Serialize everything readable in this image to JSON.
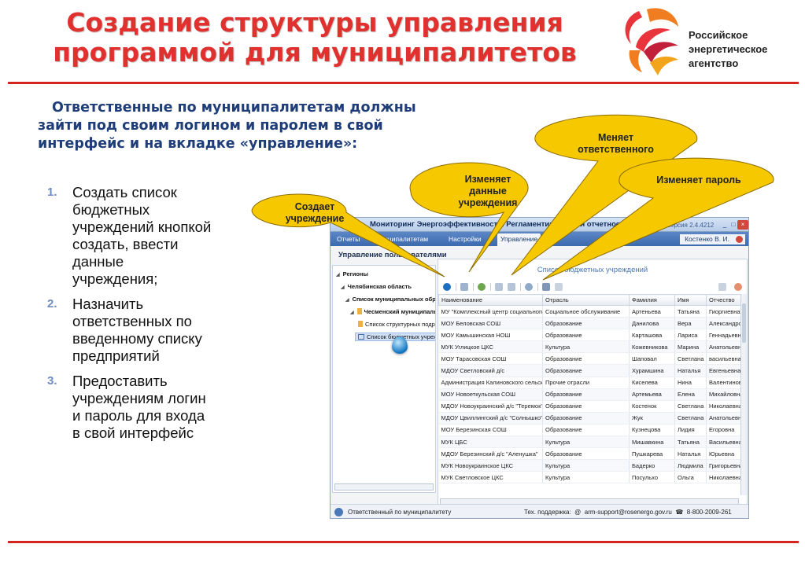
{
  "slide": {
    "title_line1": "Создание структуры управления",
    "title_line2": "программой для муниципалитетов",
    "intro": "Ответственные по муниципалитетам должны зайти под своим логином и паролем в свой интерфейс и на вкладке «управление»:",
    "steps": [
      {
        "num": "1.",
        "text": "Создать список бюджетных учреждений кнопкой создать, ввести данные учреждения;"
      },
      {
        "num": "2.",
        "text": "Назначить ответственных по введенному списку предприятий"
      },
      {
        "num": "3.",
        "text": "Предоставить учреждениям логин и пароль для входа в свой интерфейс"
      }
    ]
  },
  "logo": {
    "line1": "Российское",
    "line2": "энергетическое",
    "line3": "агентство"
  },
  "callouts": {
    "creates": "Создает учреждение",
    "edits": "Изменяет данные учреждения",
    "changes_responsible": "Меняет ответственного",
    "changes_password": "Изменяет пароль"
  },
  "app": {
    "title": "Мониторинг Энергоэффективности. Регламентированная отчетность\"",
    "version": "версия 2.4.4212",
    "menu": {
      "reports": "Отчеты",
      "municipalities": "Муниципалитетам",
      "settings": "Настройки",
      "management": "Управление"
    },
    "user": "Костенко  В. И.",
    "section_title": "Управление пользователями",
    "tree": [
      {
        "label": "Регионы"
      },
      {
        "label": "Челябинская область"
      },
      {
        "label": "Список муниципальных образований"
      },
      {
        "label": "Чесменский муниципальный район"
      },
      {
        "label": "Список структурных подразделений"
      },
      {
        "label": "Список бюджетных учреждений"
      }
    ],
    "grid_caption": "Список бюджетных учреждений",
    "columns": [
      "Наименование",
      "Отрасль",
      "Фамилия",
      "Имя",
      "Отчество"
    ],
    "rows": [
      [
        "МУ \"Комплексный центр социального обслуживания\"",
        "Социальное обслуживание",
        "Артеньева",
        "Татьяна",
        "Гиоргиевна"
      ],
      [
        "МОУ Беловская СОШ",
        "Образование",
        "Данилова",
        "Вера",
        "Александровна"
      ],
      [
        "МОУ Камышинская НОШ",
        "Образование",
        "Карташова",
        "Лариса",
        "Геннадьевна"
      ],
      [
        "МУК Углицкое ЦКС",
        "Культура",
        "Кожевникова",
        "Марина",
        "Анатольевна"
      ],
      [
        "МОУ Тарасовская СОШ",
        "Образование",
        "Шаповал",
        "Светлана",
        "васильевна"
      ],
      [
        "МДОУ Светловский д/с",
        "Образование",
        "Хурамшина",
        "Наталья",
        "Евгеньевна"
      ],
      [
        "Администрация Калиновского сельского поселения",
        "Прочие отрасли",
        "Киселева",
        "Нина",
        "Валентиновна"
      ],
      [
        "МОУ Новоеткульская СОШ",
        "Образование",
        "Артемьева",
        "Елена",
        "Михайловна"
      ],
      [
        "МДОУ Новоукраинский д/с \"Теремок\"",
        "Образование",
        "Костенок",
        "Светлана",
        "Николаевна"
      ],
      [
        "МДОУ Цвиллингский д/с \"Солнышко\"",
        "Образование",
        "Жук",
        "Светлана",
        "Анатольевна"
      ],
      [
        "МОУ Березинская СОШ",
        "Образование",
        "Кузнецова",
        "Лидия",
        "Егоровна"
      ],
      [
        "МУК ЦБС",
        "Культура",
        "Мишавкина",
        "Татьяна",
        "Васильевна"
      ],
      [
        "МДОУ Березинский д/с \"Аленушка\"",
        "Образование",
        "Пушкарева",
        "Наталья",
        "Юрьевна"
      ],
      [
        "МУК Новоукраинское ЦКС",
        "Культура",
        "Бадерко",
        "Людмила",
        "Григорьевна"
      ],
      [
        "МУК Светловское ЦКС",
        "Культура",
        "Посульхо",
        "Ольга",
        "Николаевна"
      ]
    ],
    "status_left": "Ответственный по муниципалитету",
    "status_support": "Тех. поддержка:",
    "status_email": "arm-support@rosenergo.gov.ru",
    "status_phone": "8-800-2009-261"
  },
  "colors": {
    "title_red": "#e0312e",
    "intro_blue": "#1f3d78",
    "callout_yellow": "#f6c800",
    "app_menu_blue": "#3d6aae"
  }
}
